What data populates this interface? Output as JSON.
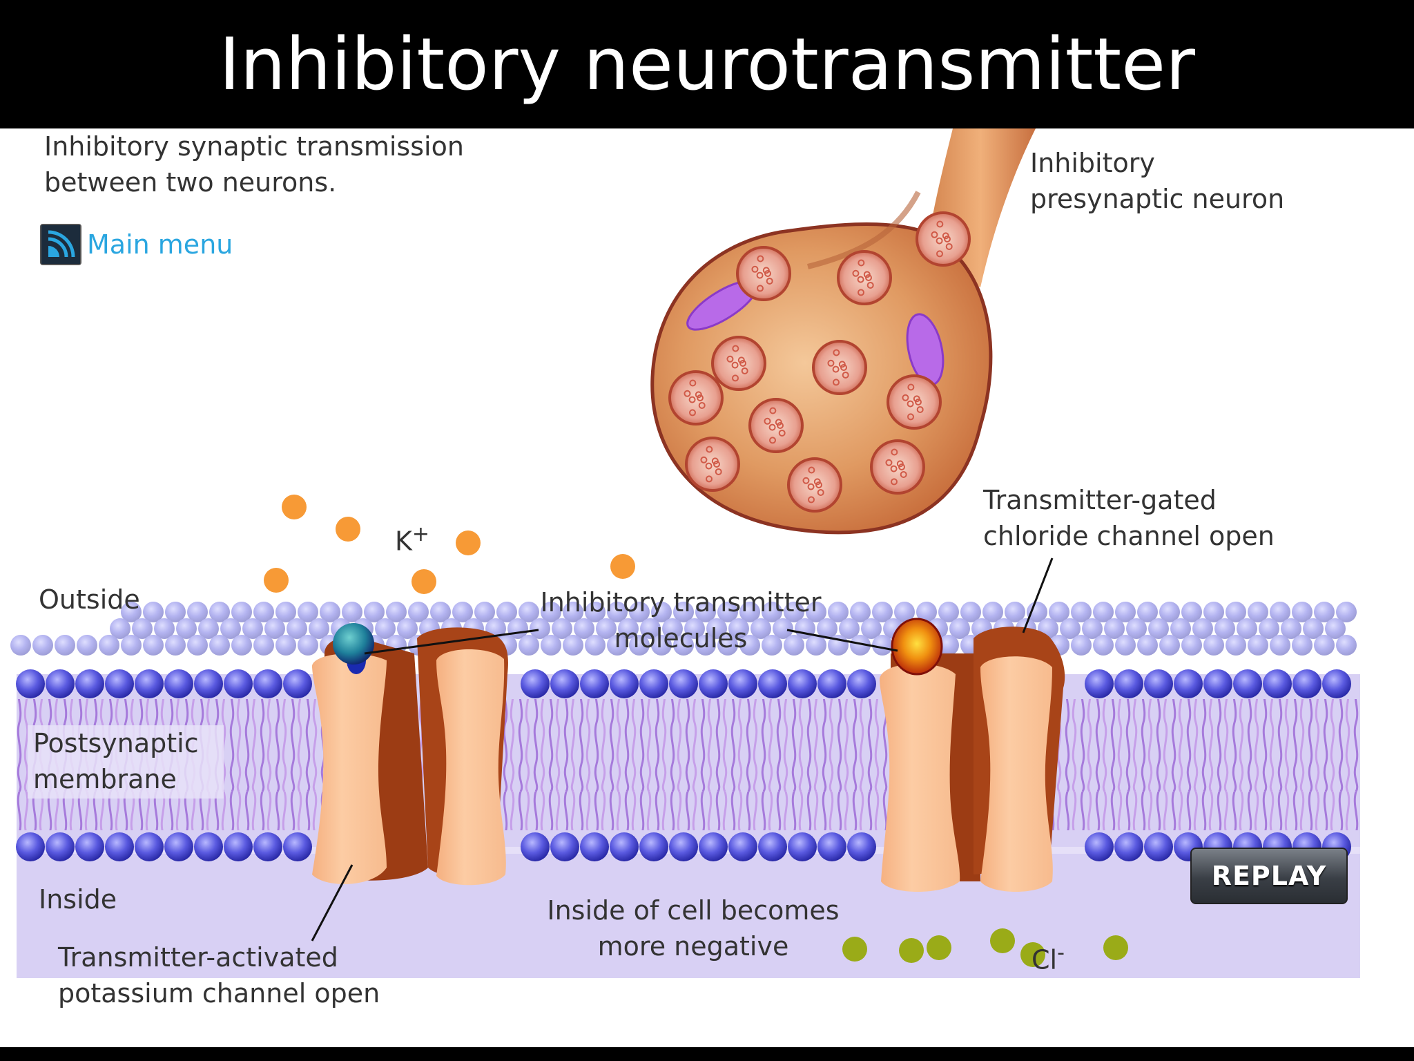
{
  "title": "Inhibitory neurotransmitter",
  "description": [
    "Inhibitory synaptic transmission",
    "between two neurons."
  ],
  "menu": {
    "label": "Main menu",
    "icon": "menu-icon"
  },
  "labels": {
    "presynaptic": [
      "Inhibitory",
      "presynaptic neuron"
    ],
    "chloride_channel": [
      "Transmitter-gated",
      "chloride channel open"
    ],
    "outside": "Outside",
    "k_ion": "K",
    "k_sup": "+",
    "transmitter": [
      "Inhibitory transmitter",
      "molecules"
    ],
    "membrane": [
      "Postsynaptic",
      "membrane"
    ],
    "inside": "Inside",
    "potassium_channel": [
      "Transmitter-activated",
      "potassium channel open"
    ],
    "negative": [
      "Inside of cell becomes",
      "more negative"
    ],
    "cl_ion": "Cl",
    "cl_sup": "-"
  },
  "replay": {
    "label": "REPLAY"
  },
  "colors": {
    "neuron": "#d98a55",
    "neuron_dark": "#7a2a1c",
    "membrane_head": "#4a4ad8",
    "membrane_tail": "#b48ae0",
    "channel": "#fbc59a",
    "channel_dark": "#a84418",
    "k_ion": "#f79a36",
    "cl_ion": "#9aab18",
    "menu_link": "#2aa6e0"
  }
}
